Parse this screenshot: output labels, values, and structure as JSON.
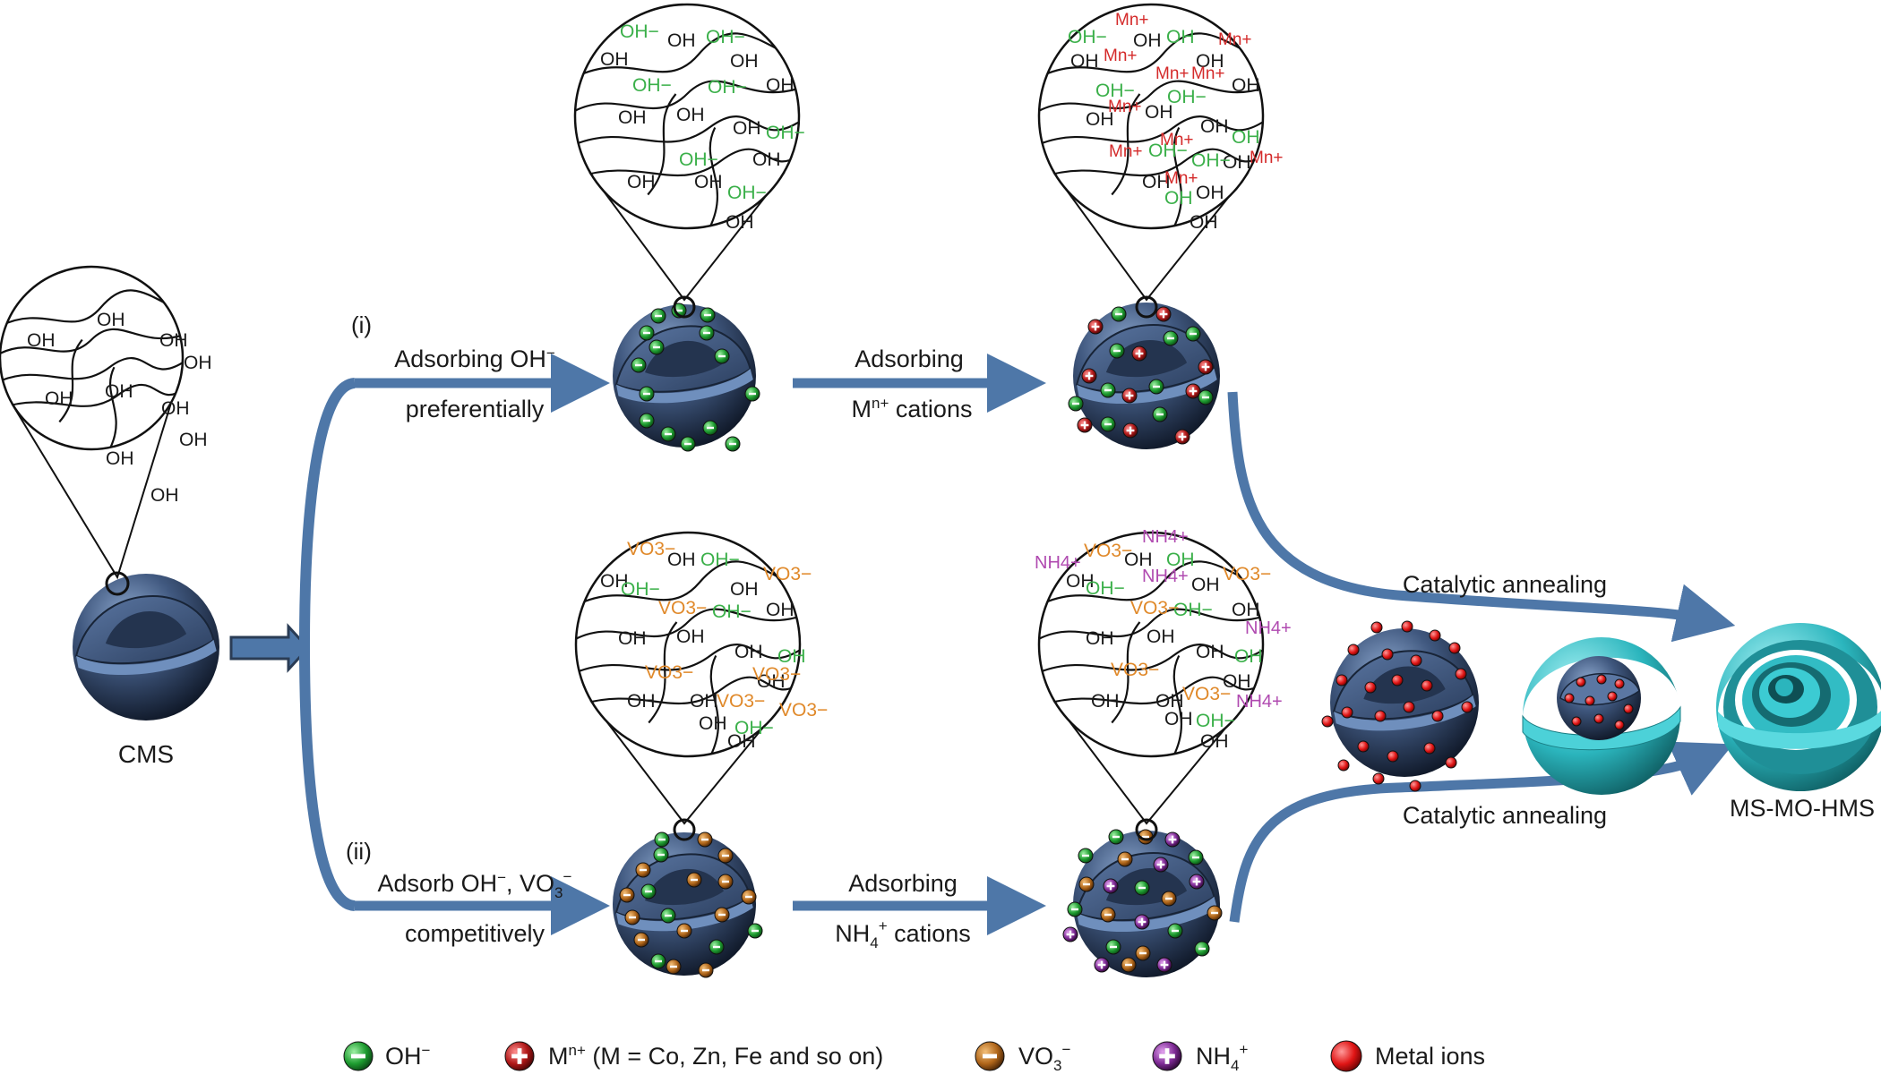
{
  "panels": {
    "cms": {
      "label": "CMS",
      "groups": [
        "OH",
        "OH",
        "OH",
        "OH",
        "OH",
        "OH",
        "OH",
        "OH",
        "OH",
        "OH"
      ]
    },
    "route_i": {
      "label": "(i)",
      "step1_line1": "Adsorbing OH",
      "step1_line1_sup": "−",
      "step1_line2": "preferentially",
      "step2_line1": "Adsorbing",
      "step2_line2": "M",
      "step2_line2_sup": "n+",
      "step2_line2_rest": " cations",
      "zoom_a_oh": [
        "OH",
        "OH",
        "OH",
        "OH",
        "OH",
        "OH",
        "OH",
        "OH",
        "OH",
        "OH",
        "OH"
      ],
      "zoom_a_ohminus": [
        "OH−",
        "OH−",
        "OH−",
        "OH−",
        "OH−",
        "OH−",
        "OH−"
      ],
      "zoom_b_oh": [
        "OH",
        "OH",
        "OH",
        "OH",
        "OH",
        "OH",
        "OH",
        "OH",
        "OH",
        "OH",
        "OH"
      ],
      "zoom_b_ohminus": [
        "OH−",
        "OH",
        "OH−",
        "OH−",
        "OH−",
        "OH",
        "OH",
        "OH−"
      ],
      "zoom_b_metal": [
        "Mn+",
        "Mn+",
        "Mn+",
        "Mn+",
        "Mn+",
        "Mn+",
        "Mn+",
        "Mn+",
        "Mn+",
        "Mn+"
      ]
    },
    "route_ii": {
      "label": "(ii)",
      "step1_line1": "Adsorb OH",
      "step1_line1_sup": "−",
      "step1_line1_mid": ", VO",
      "step1_line1_sub": "3",
      "step1_line2": "competitively",
      "step2_line1": "Adsorbing",
      "step2_line2": "NH",
      "step2_line2_sub": "4",
      "step2_line2_sup": "+",
      "step2_line2_rest": " cations",
      "zoom_c_oh": [
        "OH",
        "OH",
        "OH",
        "OH",
        "OH",
        "OH",
        "OH",
        "OH",
        "OH",
        "OH",
        "OH",
        "OH"
      ],
      "zoom_c_ohminus": [
        "OH−",
        "OH−",
        "OH−",
        "OH",
        "OH−"
      ],
      "zoom_c_vo3": [
        "VO3−",
        "VO3−",
        "VO3−",
        "VO3−",
        "VO3−",
        "VO3−",
        "VO3−"
      ],
      "zoom_d_oh": [
        "OH",
        "OH",
        "OH",
        "OH",
        "OH",
        "OH",
        "OH",
        "OH",
        "OH",
        "OH",
        "OH",
        "OH"
      ],
      "zoom_d_ohminus": [
        "OH",
        "OH−",
        "OH−",
        "OH",
        "OH−"
      ],
      "zoom_d_vo3": [
        "VO3−",
        "VO3−",
        "VO3−",
        "VO3−",
        "VO3−"
      ],
      "zoom_d_nh4": [
        "NH4+",
        "NH4+",
        "NH4+",
        "NH4+",
        "NH4+"
      ]
    },
    "annealing_top": "Catalytic annealing",
    "annealing_bottom": "Catalytic annealing",
    "product_label": "MS-MO-HMS"
  },
  "legend": [
    {
      "icon": "oh-minus-icon",
      "text": "OH",
      "sup": "−",
      "color": "#2db83d"
    },
    {
      "icon": "metal-cation-icon",
      "text": "M",
      "sup": "n+",
      "rest": " (M = Co, Zn, Fe and so on)",
      "color": "#d42525"
    },
    {
      "icon": "vo3-icon",
      "text": "VO",
      "sub": "3",
      "sup": "−",
      "color": "#c8781e"
    },
    {
      "icon": "nh4-icon",
      "text": "NH",
      "sub": "4",
      "sup": "+",
      "color": "#8a2fa8"
    },
    {
      "icon": "metal-ion-icon",
      "text": "Metal ions",
      "color": "#e01515"
    }
  ],
  "colors": {
    "arrow": "#4e77a8",
    "sphere_dark": "#1d2c45",
    "sphere_light": "#7c9cc9",
    "shell": "#36c2c9",
    "oh_minus_label": "#3bb04a",
    "metal_label": "#d42a2a",
    "vo3_label": "#e0892a",
    "nh4_label": "#b04ab0"
  }
}
